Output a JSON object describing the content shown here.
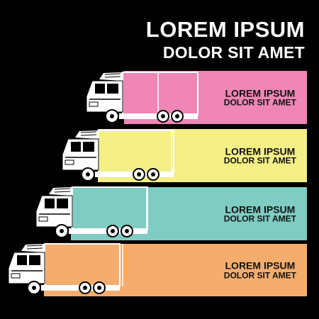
{
  "header": {
    "title_line1": "LOREM IPSUM",
    "title_line2": "DOLOR SIT AMET"
  },
  "rows": [
    {
      "label_line1": "LOREM IPSUM",
      "label_line2": "DOLOR SIT AMET",
      "color": "#ef86b5"
    },
    {
      "label_line1": "LOREM IPSUM",
      "label_line2": "DOLOR SIT AMET",
      "color": "#f4ef86"
    },
    {
      "label_line1": "LOREM IPSUM",
      "label_line2": "DOLOR SIT AMET",
      "color": "#7fccc2"
    },
    {
      "label_line1": "LOREM IPSUM",
      "label_line2": "DOLOR SIT AMET",
      "color": "#f5ad6e"
    }
  ],
  "icons": {
    "truck": "truck-icon"
  }
}
